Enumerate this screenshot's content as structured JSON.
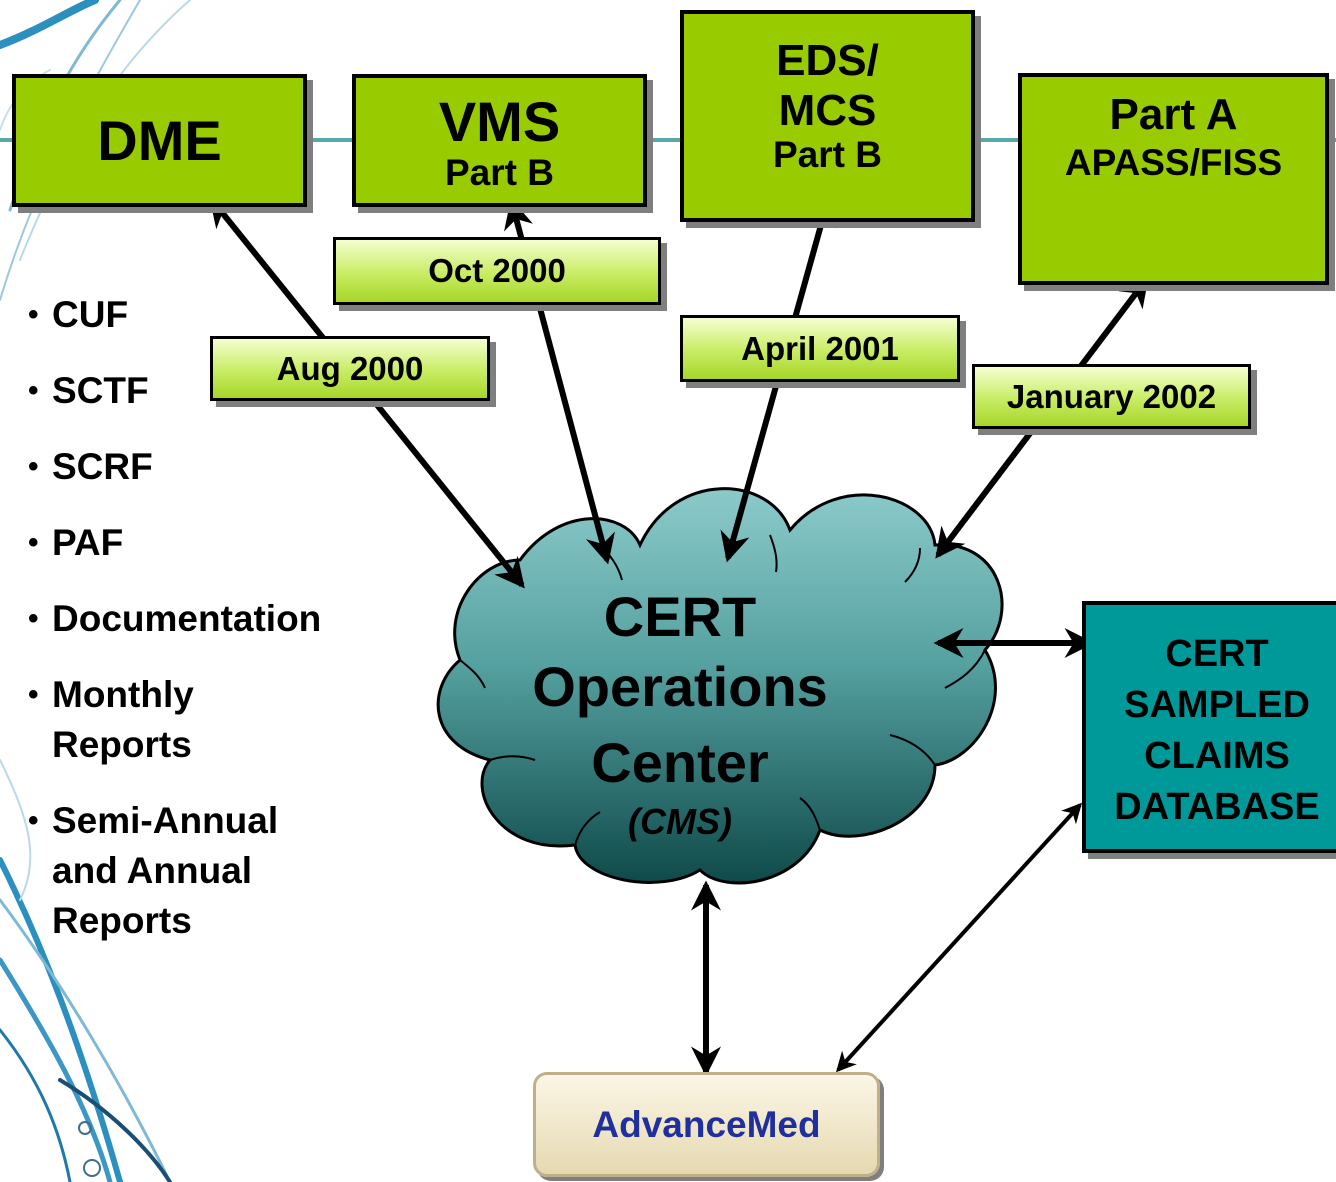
{
  "systems": {
    "dme": {
      "title": "DME"
    },
    "vms": {
      "title": "VMS",
      "sub": "Part B"
    },
    "eds": {
      "title_line1": "EDS/",
      "title_line2": "MCS",
      "sub": "Part B"
    },
    "parta": {
      "title": "Part A",
      "sub": "APASS/FISS"
    }
  },
  "dates": {
    "dme": "Aug 2000",
    "vms": "Oct 2000",
    "eds": "April 2001",
    "parta": "January 2002"
  },
  "bullets": [
    "CUF",
    "SCTF",
    "SCRF",
    "PAF",
    "Documentation",
    "Monthly Reports",
    "Semi-Annual and Annual Reports"
  ],
  "center": {
    "line1": "CERT",
    "line2": "Operations",
    "line3": "Center",
    "line4": "(CMS)"
  },
  "database": {
    "line1": "CERT",
    "line2": "SAMPLED",
    "line3": "CLAIMS",
    "line4": "DATABASE"
  },
  "contractor": {
    "name": "AdvanceMed"
  },
  "colors": {
    "system_box": "#99cc00",
    "database_box": "#009999",
    "cloud_top": "#8ccaca",
    "cloud_bottom": "#0f4a4a",
    "contractor_text": "#1f2f9e",
    "connector_line": "#5aa7a7"
  }
}
